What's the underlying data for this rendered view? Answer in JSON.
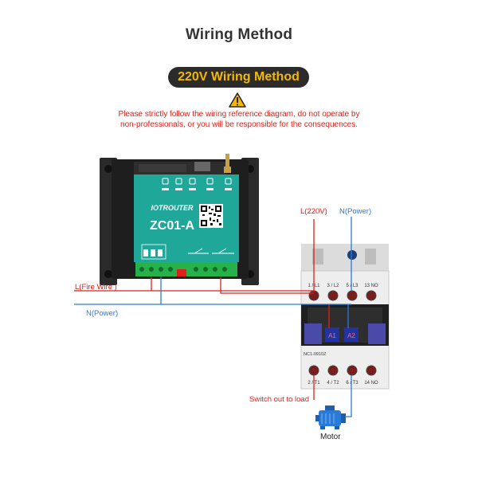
{
  "title": "Wiring Method",
  "subtitle": "220V Wiring Method",
  "warning": {
    "line1": "Please strictly follow the wiring reference diagram, do not operate by",
    "line2": "non-professionals, or you will be responsible for the consequences."
  },
  "device": {
    "brand": "IOTROUTER",
    "model": "ZC01-A"
  },
  "labels": {
    "l220": "L(220V)",
    "npower_top": "N(Power)",
    "fire_wire": "L(Fire Wire )",
    "npower_left": "N(Power)",
    "switch_out": "Switch out to load",
    "motor": "Motor"
  },
  "contactor": {
    "top_terminals": [
      "1 / L1",
      "3 / L2",
      "5 / L3",
      "13 NO"
    ],
    "bottom_terminals": [
      "2 / T1",
      "4 / T2",
      "6 / T3",
      "14 NO"
    ],
    "coil_a1": "A1",
    "coil_a2": "A2",
    "model": "NC1-0910Z"
  },
  "colors": {
    "red_wire": "#e0201a",
    "blue_wire": "#2a7ad8",
    "pill_bg": "#2b2b2b",
    "pill_text": "#f5b800",
    "device_face": "#1fa89a"
  }
}
